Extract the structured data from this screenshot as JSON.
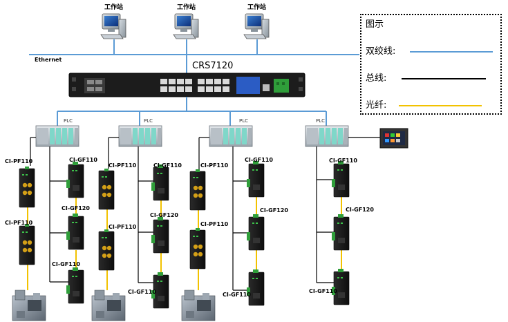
{
  "workstations": [
    {
      "label": "工作站"
    },
    {
      "label": "工作站"
    },
    {
      "label": "工作站"
    }
  ],
  "network": {
    "ethernet_label": "Ethernet",
    "switch_label": "CRS7120"
  },
  "plcs": [
    {
      "label": "PLC"
    },
    {
      "label": "PLC"
    },
    {
      "label": "PLC"
    },
    {
      "label": "PLC"
    }
  ],
  "device_labels": {
    "pf110_a1": "CI-PF110",
    "pf110_a2": "CI-PF110",
    "gf110_a1": "CI-GF110",
    "gf120_a": "CI-GF120",
    "gf110_a2": "CI-GF110",
    "pf110_b1": "CI-PF110",
    "pf110_b2": "CI-PF110",
    "gf110_b1": "CI-GF110",
    "gf120_b": "CI-GF120",
    "gf110_b2": "CI-GF110",
    "pf110_c1": "CI-PF110",
    "pf110_c2": "CI-PF110",
    "gf110_c1": "CI-GF110",
    "gf120_c": "CI-GF120",
    "gf110_c2": "CI-GF110",
    "gf110_d1": "CI-GF110",
    "gf120_d": "CI-GF120",
    "gf110_d2": "CI-GF110"
  },
  "legend": {
    "title": "图示",
    "twisted_pair": "双绞线:",
    "bus": "总线:",
    "fiber": "光纤:"
  },
  "colors": {
    "twisted_pair": "#5b9bd5",
    "bus": "#000000",
    "fiber": "#f2c200"
  }
}
